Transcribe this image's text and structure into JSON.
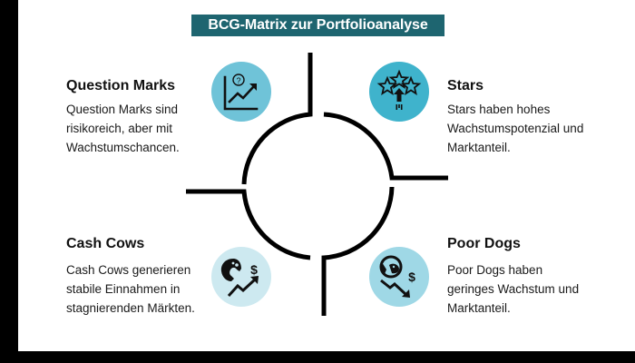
{
  "title": "BCG-Matrix zur Portfolioanalyse",
  "colors": {
    "title_bg": "#1e6570",
    "question_marks_icon_bg": "#6fc3d8",
    "stars_icon_bg": "#3fb3cc",
    "cash_cows_icon_bg": "#cde9f0",
    "poor_dogs_icon_bg": "#9fd8e6",
    "line": "#000000"
  },
  "quadrants": {
    "question_marks": {
      "title": "Question Marks",
      "lines": [
        "Question Marks sind",
        "risikoreich, aber mit",
        "Wachstumschancen."
      ],
      "icon": "chart-question-growth-icon"
    },
    "stars": {
      "title": "Stars",
      "lines": [
        "Stars haben hohes",
        "Wachstumspotenzial und",
        "Marktanteil."
      ],
      "icon": "stars-rocket-icon"
    },
    "cash_cows": {
      "title": "Cash Cows",
      "lines": [
        "Cash Cows generieren",
        "stabile Einnahmen in",
        "stagnierenden Märkten."
      ],
      "icon": "cow-dollar-growth-icon"
    },
    "poor_dogs": {
      "title": "Poor Dogs",
      "lines": [
        "Poor Dogs haben",
        "geringes Wachstum und",
        "Marktanteil."
      ],
      "icon": "dog-dollar-decline-icon"
    }
  }
}
